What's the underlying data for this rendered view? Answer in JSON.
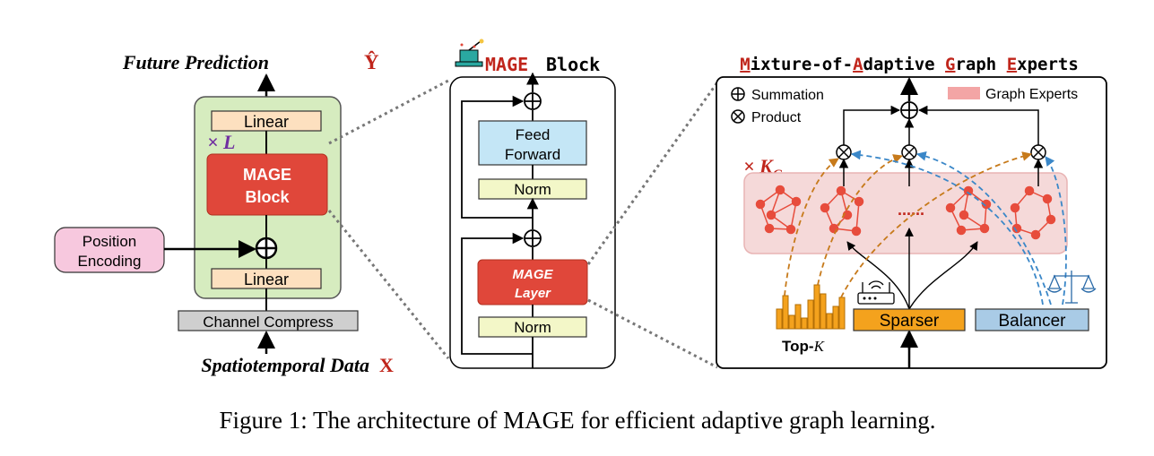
{
  "colors": {
    "red": "#c0251b",
    "block_red": "#e0473a",
    "green_bg": "#d6ecbf",
    "linear_fill": "#fde0bf",
    "norm_fill": "#f3f7c8",
    "ff_fill": "#c4e6f6",
    "pos_fill": "#f7c8de",
    "compress_fill": "#cfcfcf",
    "expert_bg": "#f5d9d9",
    "graph_red": "#e74c3c",
    "sparser_fill": "#f4a21d",
    "balancer_fill": "#a9cbe6",
    "purple": "#7030a0",
    "orange_arrow": "#c77a1b",
    "blue_arrow": "#3a87c8"
  },
  "icons": [
    "magic-hat-icon",
    "router-icon",
    "balance-scale-icon"
  ],
  "left": {
    "future_prediction": "Future Prediction",
    "future_symbol": "Ŷ",
    "linear_top": "Linear",
    "times_l": "× L",
    "mage_block_line1": "MAGE",
    "mage_block_line2": "Block",
    "position_line1": "Position",
    "position_line2": "Encoding",
    "linear_bottom": "Linear",
    "channel_compress": "Channel Compress",
    "spatiotemporal": "Spatiotemporal Data",
    "spatio_symbol": "X"
  },
  "middle": {
    "title_mage": "MAGE",
    "title_block": "Block",
    "feed_line1": "Feed",
    "feed_line2": "Forward",
    "norm_top": "Norm",
    "mage_layer_line1": "MAGE",
    "mage_layer_line2": "Layer",
    "norm_bottom": "Norm"
  },
  "right": {
    "title_parts": [
      {
        "t": "M",
        "red": true
      },
      {
        "t": "ixture-of-",
        "red": false
      },
      {
        "t": "A",
        "red": true
      },
      {
        "t": "daptive ",
        "red": false
      },
      {
        "t": "G",
        "red": true
      },
      {
        "t": "raph ",
        "red": false
      },
      {
        "t": "E",
        "red": true
      },
      {
        "t": "xperts",
        "red": false
      }
    ],
    "legend_summation": "Summation",
    "legend_product": "Product",
    "legend_graph_experts": "Graph Experts",
    "times_kg": "× K",
    "kg_sub": "G",
    "dots": "......",
    "top_k_prefix": "Top-",
    "top_k_var": "K",
    "sparser": "Sparser",
    "balancer": "Balancer"
  },
  "caption": "Figure 1: The architecture of MAGE for efficient adaptive graph learning."
}
